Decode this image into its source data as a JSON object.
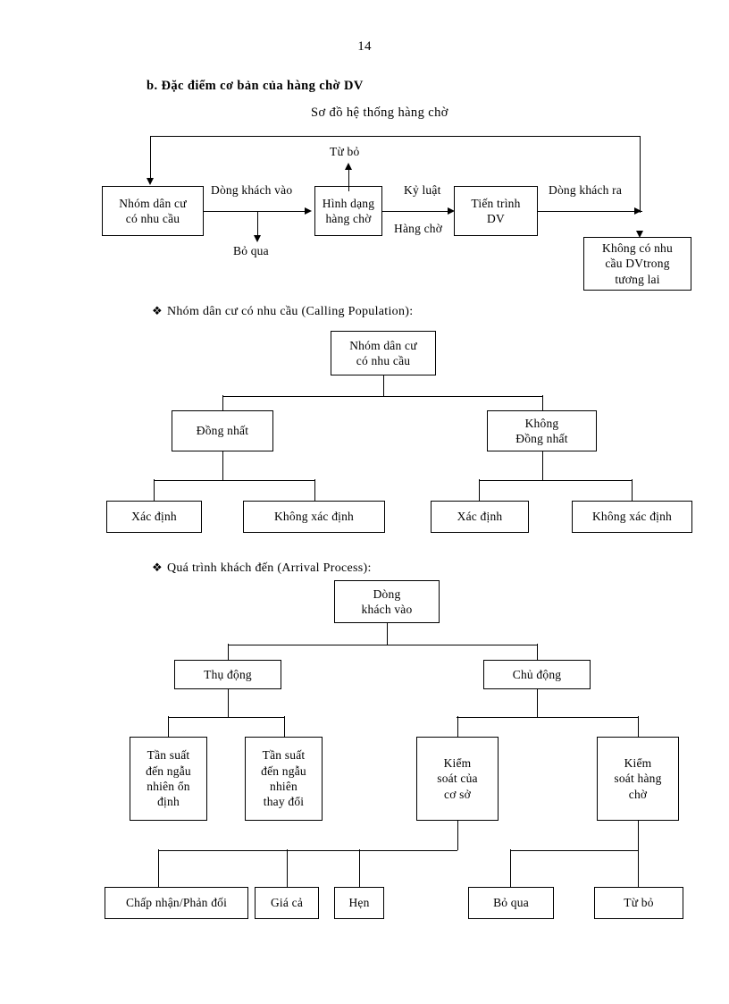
{
  "page": {
    "number": "14",
    "section_heading": "b. Đặc điểm cơ bản của hàng chờ DV"
  },
  "diagram1": {
    "caption": "Sơ đồ hệ thống hàng chờ",
    "type": "flowchart",
    "nodes": [
      {
        "id": "n1",
        "label": "Nhóm dân cư\ncó nhu cầu"
      },
      {
        "id": "n2",
        "label": "Hình dạng\nhàng chờ"
      },
      {
        "id": "n3",
        "label": "Tiến trình\nDV"
      },
      {
        "id": "n4",
        "label": "Không có nhu\ncầu DVtrong\ntương lai"
      }
    ],
    "edge_labels": {
      "n1_to_n2": "Dòng khách vào",
      "n1_drop": "Bỏ qua",
      "n2_up": "Từ bỏ",
      "n2_to_n3_top": "Kỷ luật",
      "n2_to_n3_bottom": "Hàng chờ",
      "n3_out": "Dòng khách ra"
    }
  },
  "diagram2": {
    "bullet": "❖",
    "heading": "Nhóm dân cư có nhu cầu (Calling  Population):",
    "type": "tree",
    "root": {
      "label": "Nhóm dân cư\ncó nhu cầu"
    },
    "level1": [
      {
        "label": "Đồng nhất"
      },
      {
        "label": "Không\nĐồng nhất"
      }
    ],
    "level2": [
      {
        "label": "Xác định"
      },
      {
        "label": "Không xác định"
      },
      {
        "label": "Xác định"
      },
      {
        "label": "Không xác định"
      }
    ]
  },
  "diagram3": {
    "bullet": "❖",
    "heading": "Quá trình khách đến (Arrival  Process):",
    "type": "tree",
    "root": {
      "label": "Dòng\nkhách vào"
    },
    "level1": [
      {
        "label": "Thụ động"
      },
      {
        "label": "Chủ động"
      }
    ],
    "level2": [
      {
        "label": "Tần suất\nđến ngẫu\nnhiên ổn\nđịnh"
      },
      {
        "label": "Tần suất\nđến ngẫu\nnhiên\nthay đổi"
      },
      {
        "label": "Kiểm\nsoát của\ncơ sở"
      },
      {
        "label": "Kiểm\nsoát hàng\nchờ"
      }
    ],
    "level3": [
      {
        "label": "Chấp nhận/Phản  đối"
      },
      {
        "label": "Giá cả"
      },
      {
        "label": "Hẹn"
      },
      {
        "label": "Bỏ qua"
      },
      {
        "label": "Từ bỏ"
      }
    ]
  },
  "colors": {
    "ink": "#000000",
    "paper": "#ffffff"
  }
}
